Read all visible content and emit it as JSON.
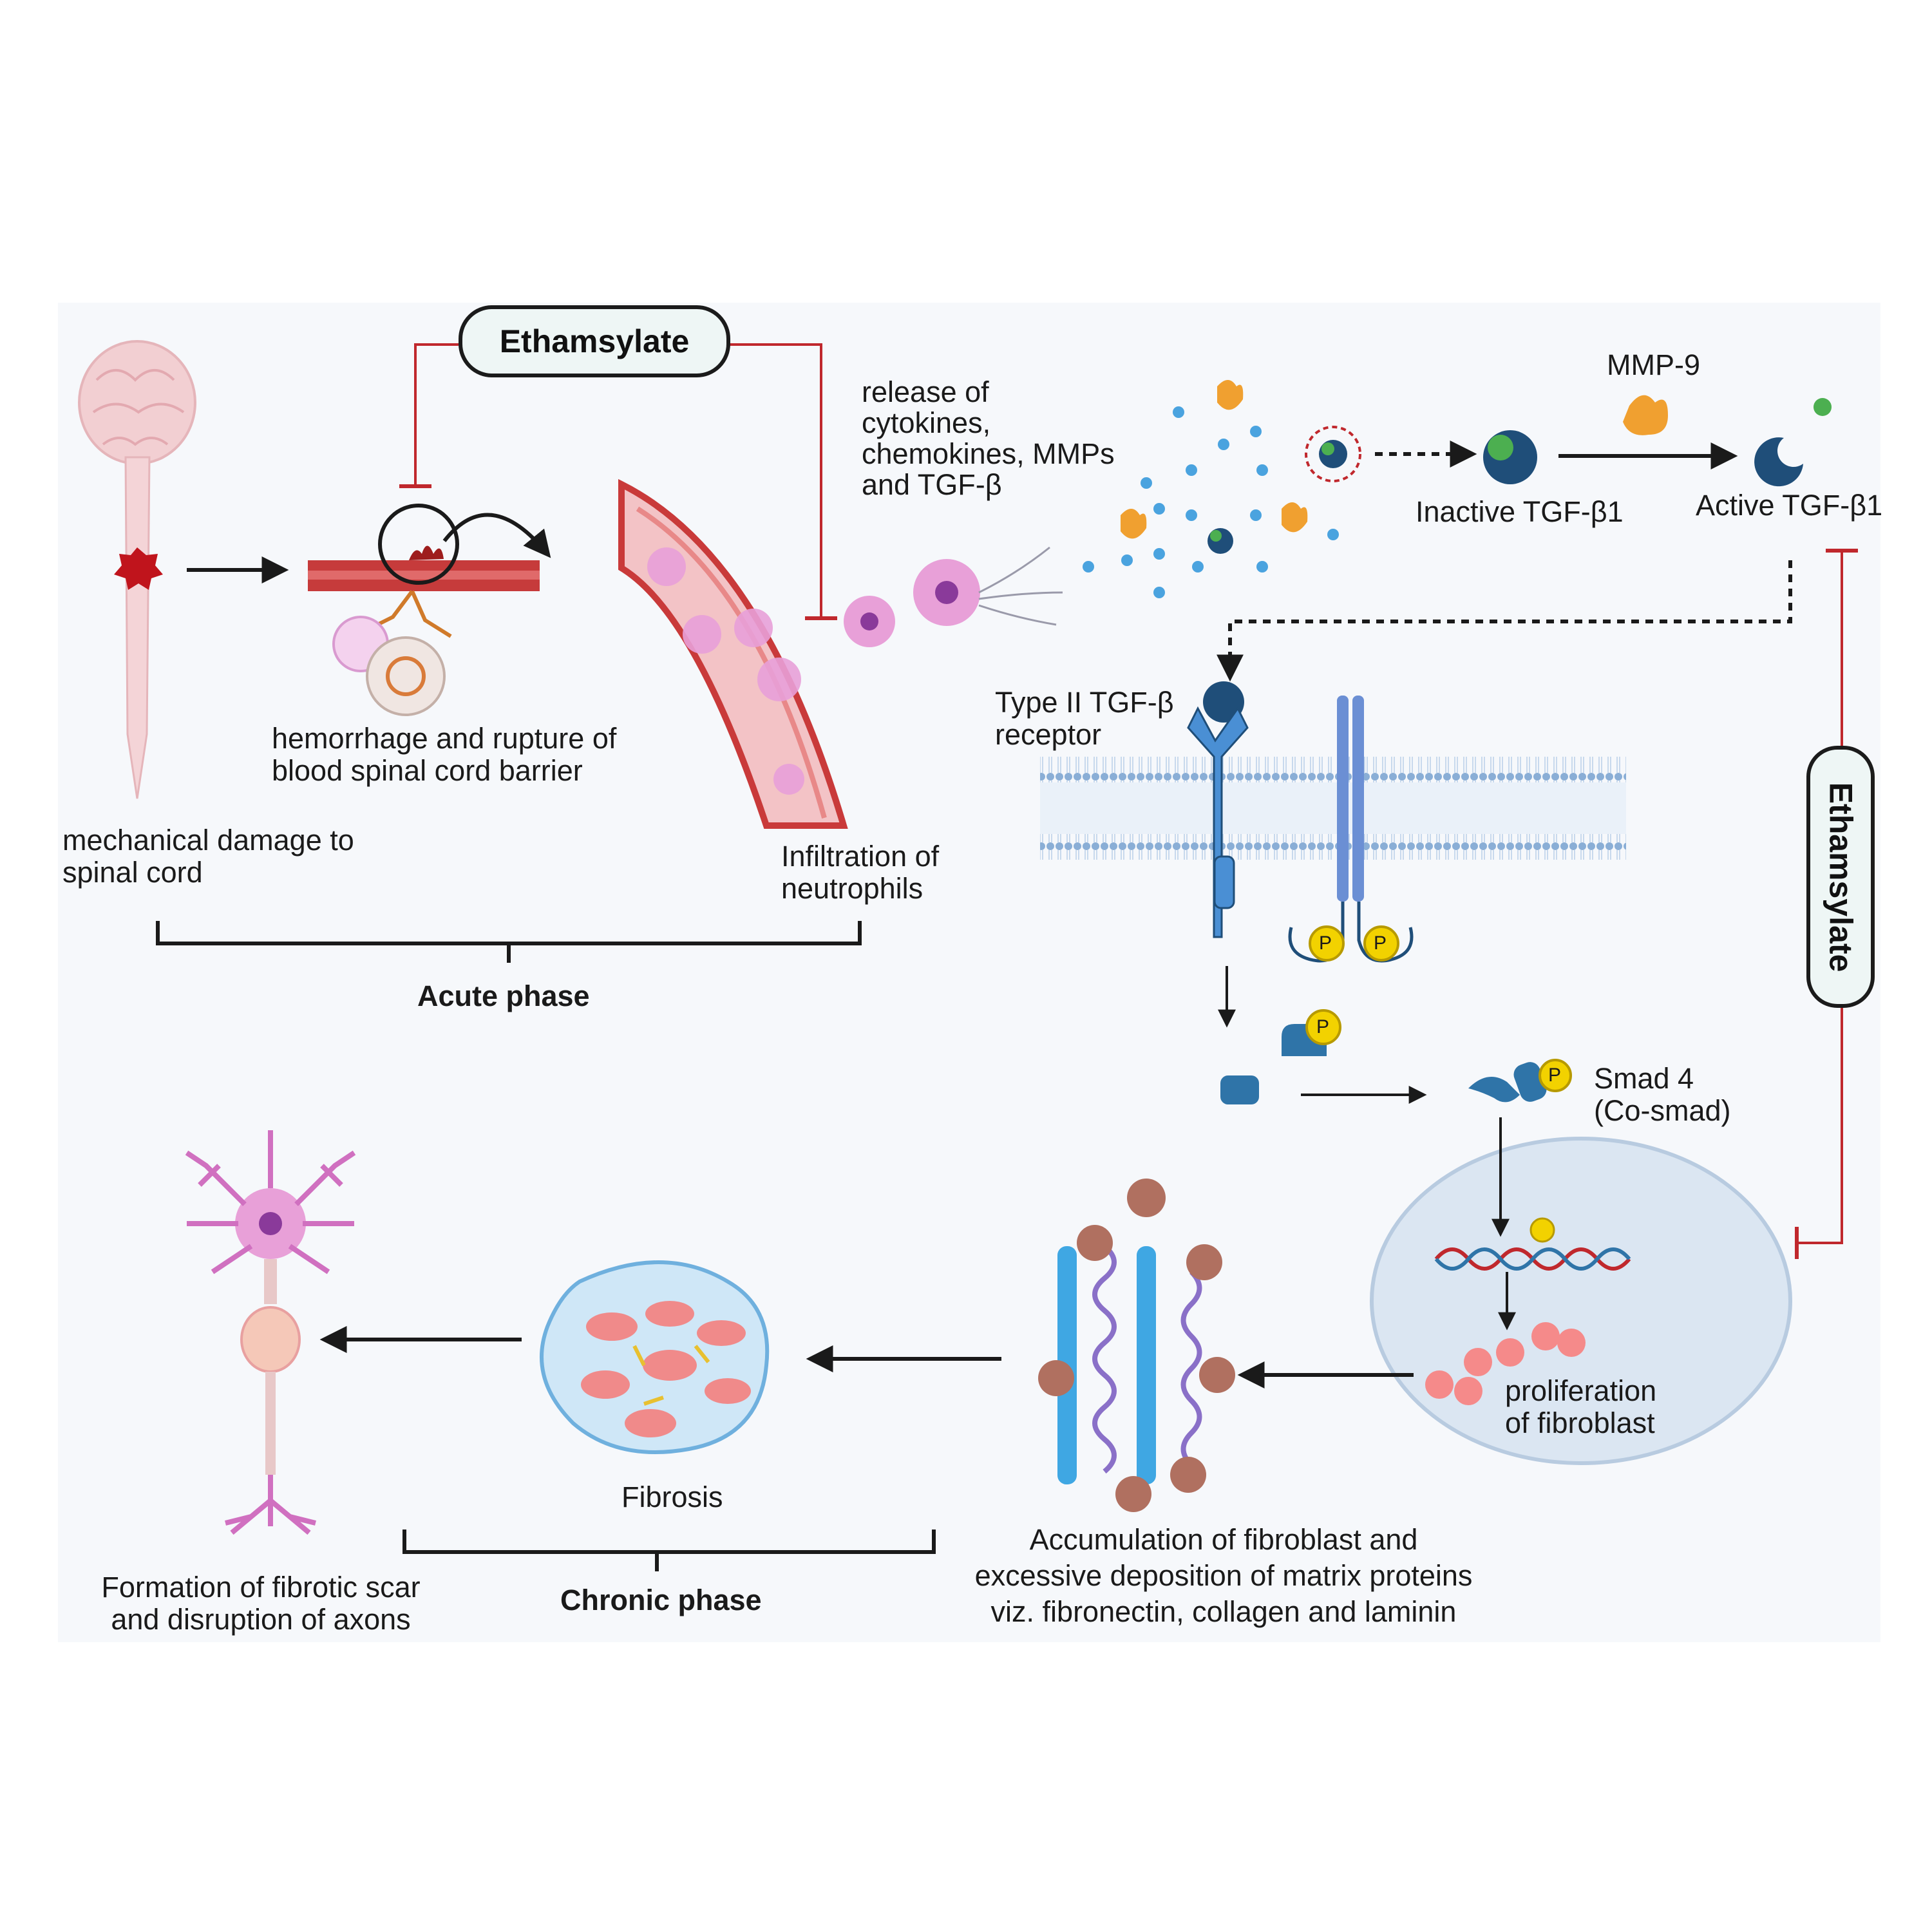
{
  "inhibitor": {
    "top_label": "Ethamsylate",
    "right_label": "Ethamsylate"
  },
  "acute": {
    "mechanical_damage": "mechanical damage to\nspinal cord",
    "hemorrhage": "hemorrhage and rupture of\nblood spinal cord barrier",
    "infiltration": "Infiltration of\nneutrophils",
    "release": "release of\ncytokines,\nchemokines, MMPs\nand TGF-β",
    "phase_label": "Acute phase"
  },
  "signaling": {
    "mmp9": "MMP-9",
    "inactive_tgf": "Inactive TGF-β1",
    "active_tgf": "Active TGF-β1",
    "receptor": "Type II TGF-β\nreceptor",
    "smad4": "Smad 4\n(Co-smad)",
    "proliferation": "proliferation\nof fibroblast",
    "phospho_label": "P"
  },
  "chronic": {
    "accumulation": "Accumulation of fibroblast and\nexcessive deposition of matrix proteins\nviz. fibronectin, collagen and laminin",
    "fibrosis": "Fibrosis",
    "scar": "Formation of fibrotic scar\nand disruption of axons",
    "phase_label": "Chronic phase"
  },
  "colors": {
    "inhibition_line": "#c0282d",
    "tgf_dark": "#1f4e79",
    "tgf_green": "#4caf50",
    "mmp_orange": "#f0a030",
    "receptor_blue": "#4a8fd4",
    "phospho_yellow": "#f2d200",
    "neutrophil_pink": "#e8a0d8",
    "vessel_red": "#c63b3b",
    "nucleus_fill": "#dbe6f2"
  }
}
